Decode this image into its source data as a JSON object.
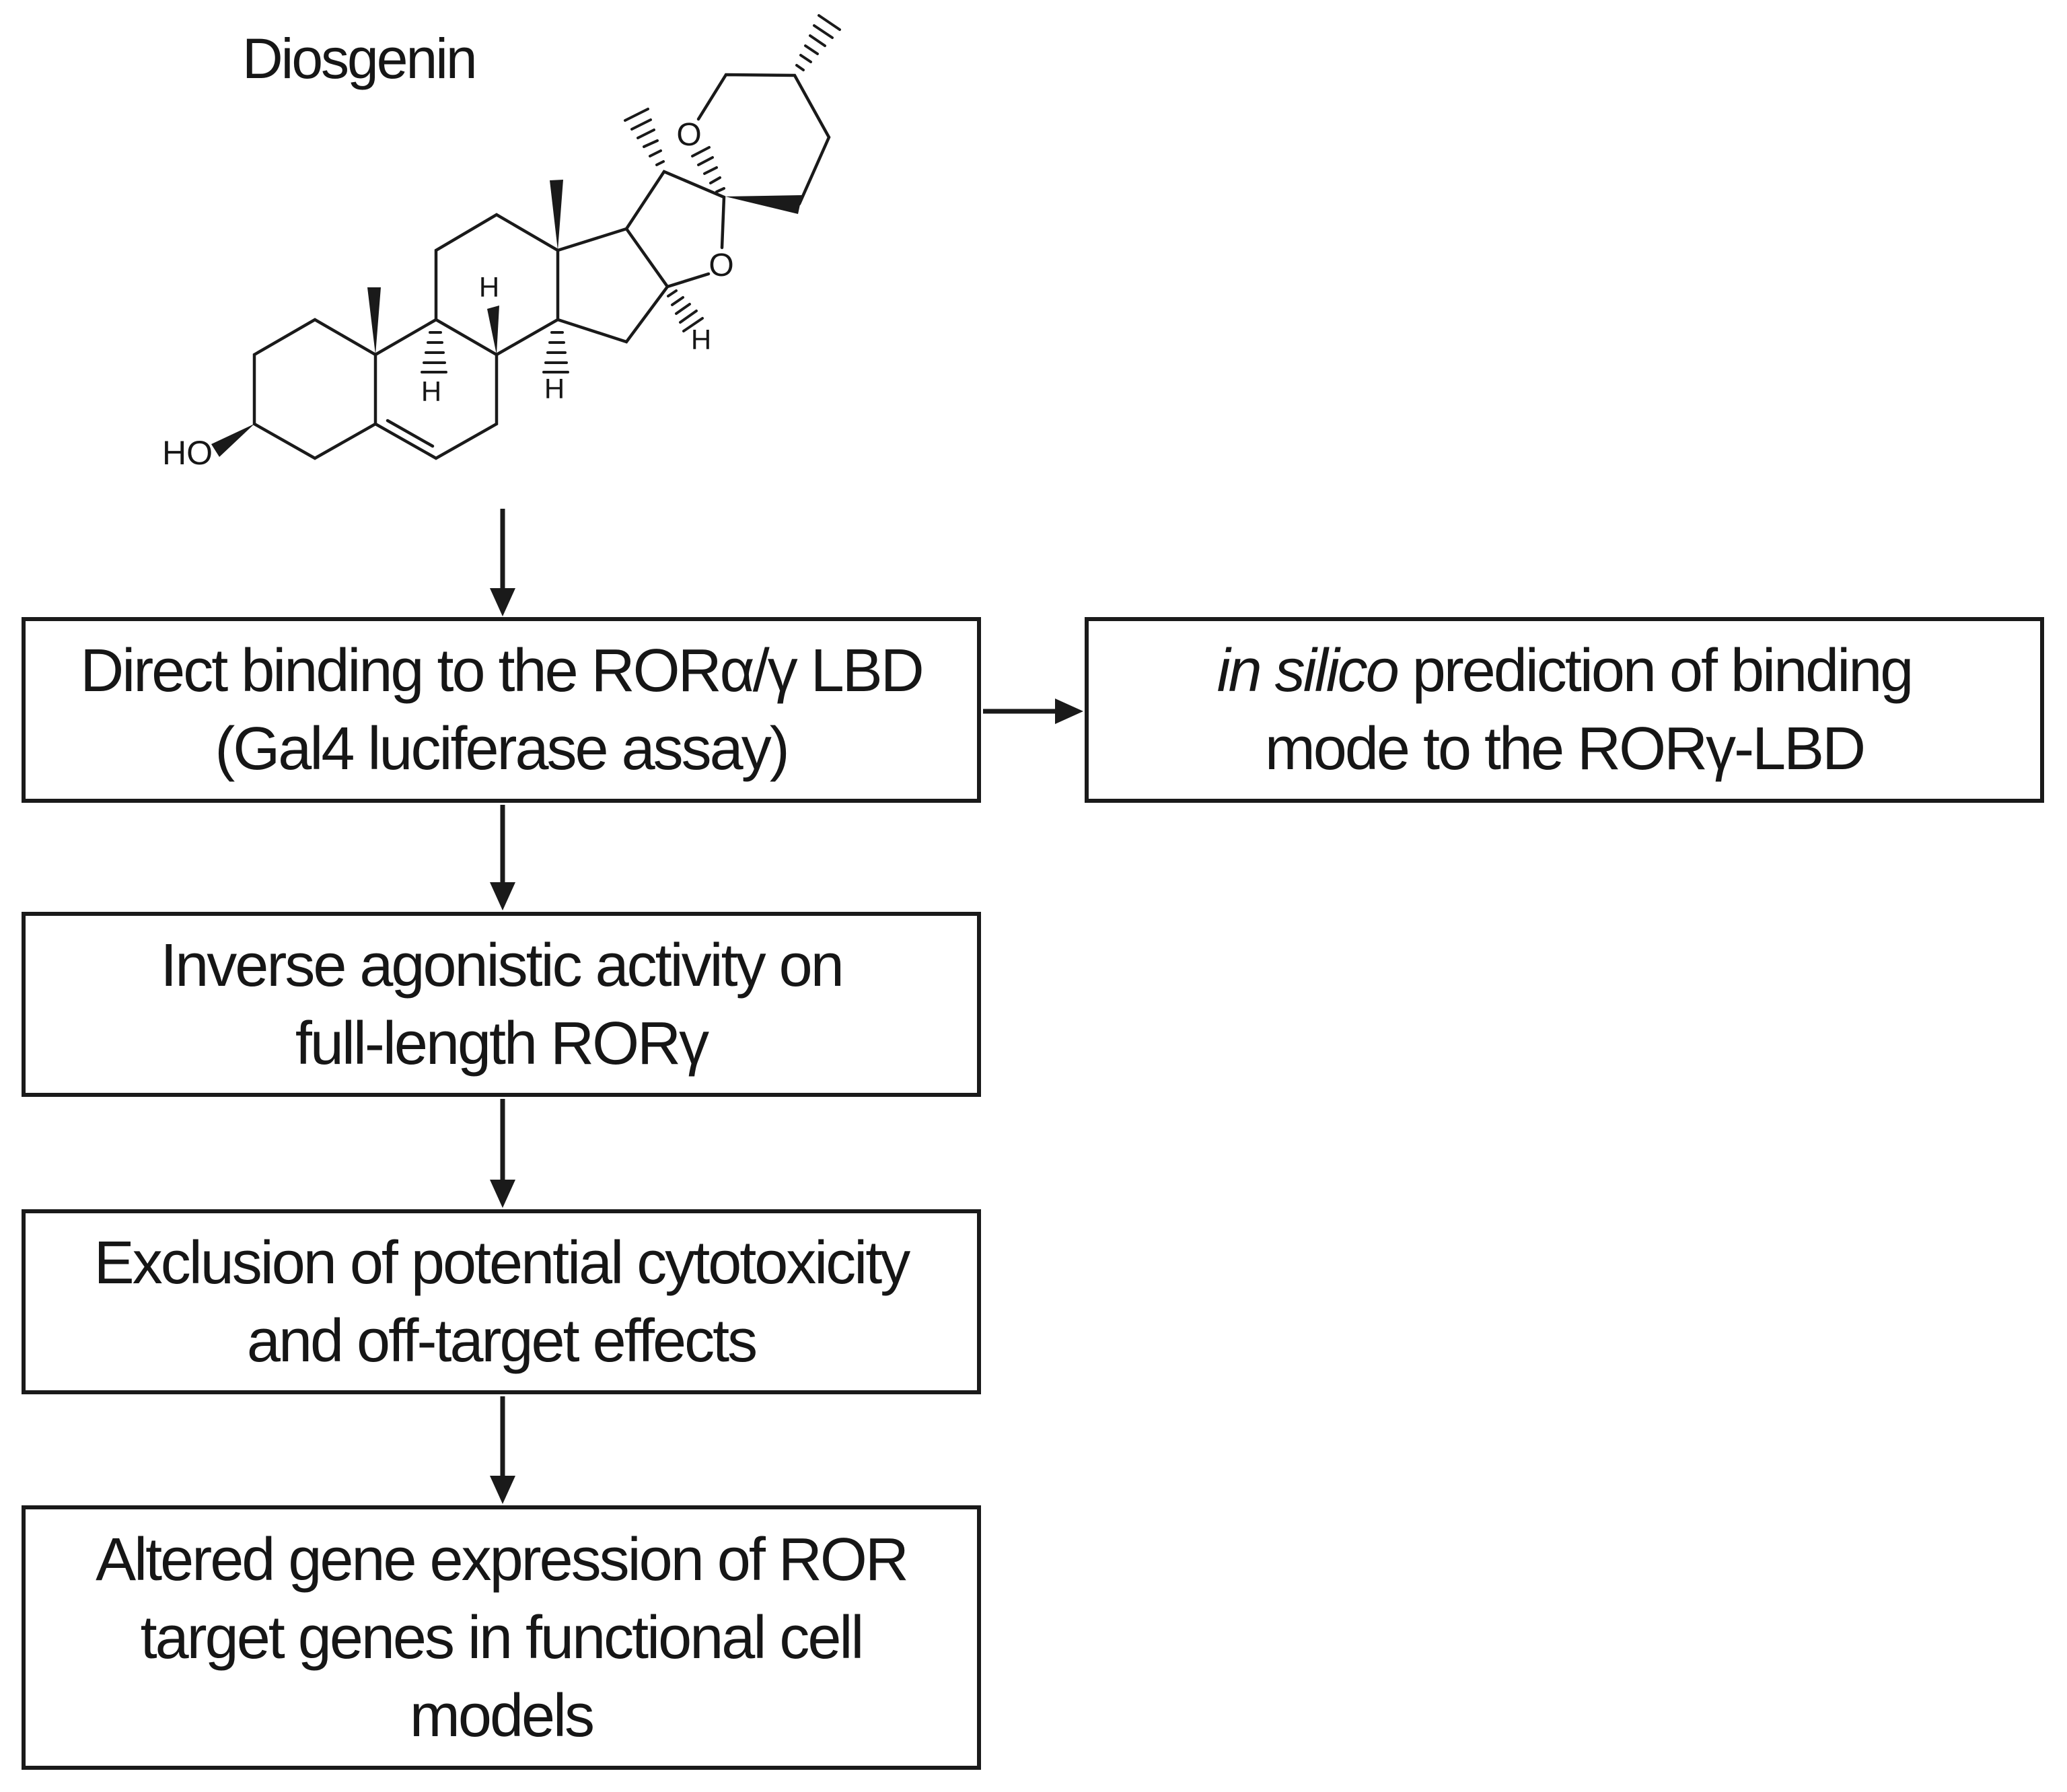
{
  "molecule": {
    "title": "Diosgenin",
    "hydroxyl_label": "HO",
    "pyran_oxygen_label": "O",
    "furan_oxygen_label": "O",
    "h_c8": "H",
    "h_c9": "H",
    "h_c14": "H",
    "h_c16": "H"
  },
  "flowchart": {
    "box1": {
      "line1": "Direct binding to the RORα/γ LBD",
      "line2": "(Gal4 luciferase assay)"
    },
    "box2": {
      "line1_italic": "in silico",
      "line1_rest": " prediction of binding",
      "line2": "mode to the RORγ-LBD"
    },
    "box3": {
      "line1": "Inverse agonistic activity on",
      "line2": "full-length RORγ"
    },
    "box4": {
      "line1": "Exclusion of potential cytotoxicity",
      "line2": "and off-target effects"
    },
    "box5": {
      "line1": "Altered gene expression of ROR",
      "line2": "target genes in functional cell",
      "line3": "models"
    }
  },
  "colors": {
    "ink": "#1a1a1a",
    "background": "#ffffff"
  }
}
